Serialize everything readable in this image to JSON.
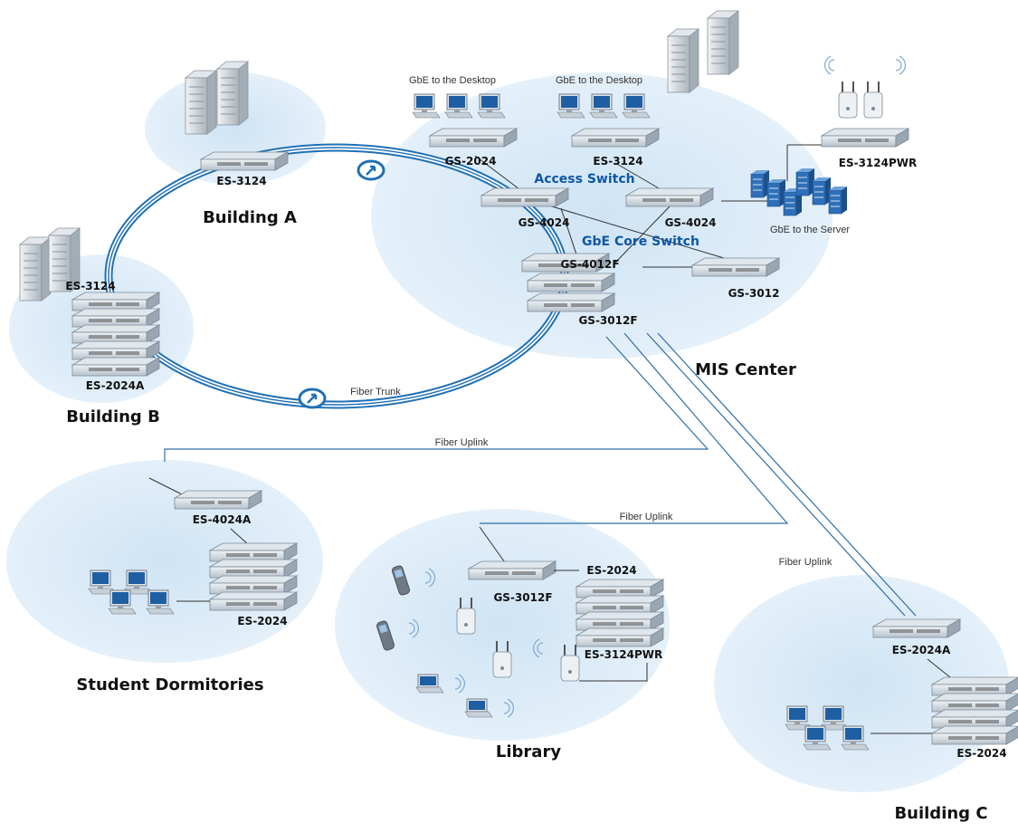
{
  "colors": {
    "zone_fill": "#d8eaf7",
    "zone_edge": "#c4ddf0",
    "ring": "#1f70b5",
    "link": "#2e6ea8",
    "accent_label": "#0d57a6"
  },
  "zones": {
    "mis_center": "MIS Center",
    "building_a": "Building A",
    "building_b": "Building B",
    "building_c": "Building C",
    "student_dormitories": "Student Dormitories",
    "library": "Library"
  },
  "devices": {
    "es3124_building_a": "ES-3124",
    "es3124_building_b": "ES-3124",
    "es2024a_building_b": "ES-2024A",
    "gs2024": "GS-2024",
    "es3124_mis": "ES-3124",
    "es3124pwr_mis": "ES-3124PWR",
    "gs4024_left": "GS-4024",
    "gs4024_right": "GS-4024",
    "gs4012f": "GS-4012F",
    "gs3012": "GS-3012",
    "gs3012f_mis": "GS-3012F",
    "es4024a": "ES-4024A",
    "es2024_dorm": "ES-2024",
    "gs3012f_library": "GS-3012F",
    "es2024_library": "ES-2024",
    "es3124pwr_library": "ES-3124PWR",
    "es2024a_building_c": "ES-2024A",
    "es2024_building_c": "ES-2024"
  },
  "annotations": {
    "gbe_desktop_1": "GbE to the Desktop",
    "gbe_desktop_2": "GbE to the Desktop",
    "access_switch": "Access Switch",
    "gbe_core_switch": "GbE Core Switch",
    "gbe_server": "GbE to the Server",
    "fiber_trunk": "Fiber Trunk",
    "fiber_uplink_1": "Fiber Uplink",
    "fiber_uplink_2": "Fiber Uplink",
    "fiber_uplink_3": "Fiber Uplink"
  },
  "icons": {
    "server_tower": "server-tower-icon",
    "network_switch": "switch-icon",
    "desktop_pc": "desktop-pc-icon",
    "laptop": "laptop-icon",
    "access_point": "access-point-icon",
    "wifi_phone": "wifi-phone-icon",
    "rack_server": "rack-server-icon",
    "ring_direction": "ring-arrow-icon"
  }
}
